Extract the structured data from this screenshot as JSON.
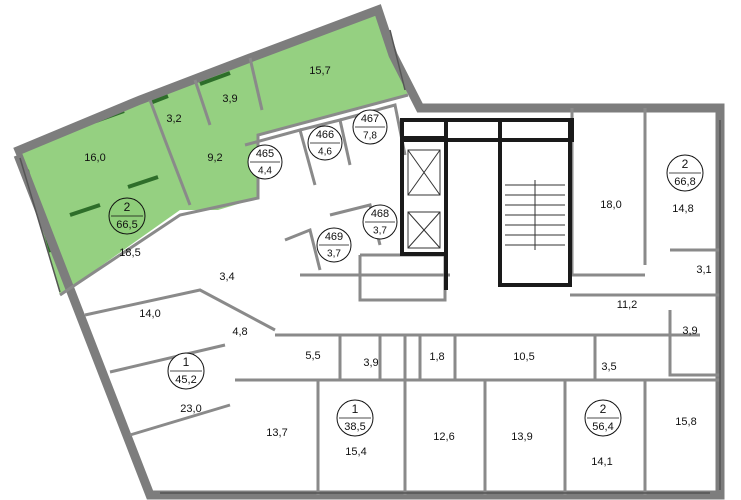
{
  "colors": {
    "highlight": "#8fce7a",
    "highlight_dark": "#2e6e2a",
    "wall": "#7d7d7d",
    "core": "#1a1a1a"
  },
  "apartments": [
    {
      "id": "apt-2-66-5",
      "rooms": "2",
      "total": "66,5",
      "highlighted": true
    },
    {
      "id": "apt-2-66-8",
      "rooms": "2",
      "total": "66,8",
      "highlighted": false
    },
    {
      "id": "apt-1-45-2",
      "rooms": "1",
      "total": "45,2",
      "highlighted": false
    },
    {
      "id": "apt-1-38-5",
      "rooms": "1",
      "total": "38,5",
      "highlighted": false
    },
    {
      "id": "apt-2-56-4",
      "rooms": "2",
      "total": "56,4",
      "highlighted": false
    }
  ],
  "storage_units": [
    {
      "number": "465",
      "area": "4,4"
    },
    {
      "number": "466",
      "area": "4,6"
    },
    {
      "number": "467",
      "area": "7,8"
    },
    {
      "number": "468",
      "area": "3,7"
    },
    {
      "number": "469",
      "area": "3,7"
    }
  ],
  "room_areas": [
    "15,7",
    "3,9",
    "3,2",
    "16,0",
    "9,2",
    "18,5",
    "3,4",
    "14,0",
    "4,8",
    "23,0",
    "5,5",
    "3,9",
    "13,7",
    "15,4",
    "1,8",
    "12,6",
    "10,5",
    "13,9",
    "3,5",
    "14,1",
    "15,8",
    "3,9",
    "11,2",
    "3,1",
    "14,8",
    "18,0"
  ]
}
